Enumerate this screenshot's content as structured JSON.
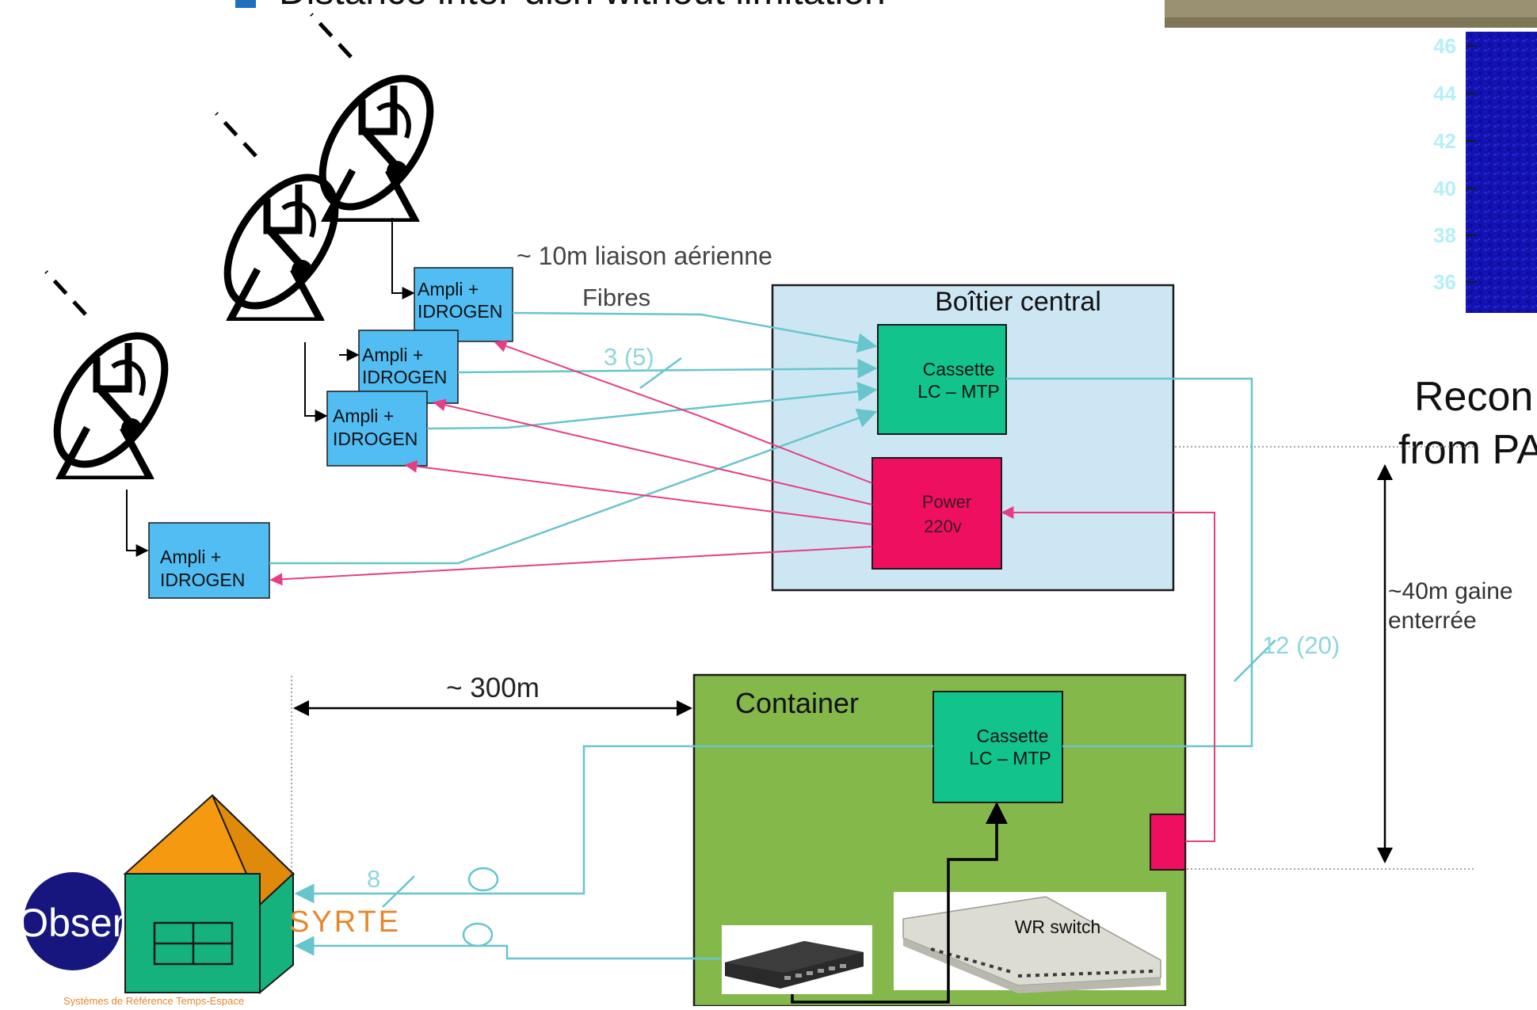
{
  "header_fragment": "Distance inter-dish without limitation",
  "labels": {
    "air_link": "~ 10m liaison aérienne",
    "fibres": "Fibres",
    "fibre_count_top": "3 (5)",
    "fibre_count_right": "12 (20)",
    "fibre_count_bottom": "8",
    "distance_300": "~ 300m",
    "buried_line_1": "~40m gaine",
    "buried_line_2": "enterrée"
  },
  "amplifiers": [
    {
      "line1": "Ampli +",
      "line2": "IDROGEN"
    },
    {
      "line1": "Ampli +",
      "line2": "IDROGEN"
    },
    {
      "line1": "Ampli +",
      "line2": "IDROGEN"
    },
    {
      "line1": "Ampli +",
      "line2": "IDROGEN"
    }
  ],
  "central_box": {
    "title": "Boîtier central",
    "cassette_line1": "Cassette",
    "cassette_line2": "LC – MTP",
    "power_line1": "Power",
    "power_line2": "220v"
  },
  "container": {
    "title": "Container",
    "cassette_line1": "Cassette",
    "cassette_line2": "LC – MTP",
    "wr_switch": "WR switch"
  },
  "right_panel": {
    "y_ticks": [
      "46",
      "44",
      "42",
      "40",
      "38",
      "36"
    ],
    "caption_line1": "Recon",
    "caption_line2": "from PA"
  },
  "logos": {
    "obs_text": "l’Obser",
    "syrte_text": "SYRTE",
    "syrte_subtitle": "Systèmes de Référence Temps-Espace"
  },
  "colors": {
    "amp_blue": "#52bdf3",
    "central_bg": "#cde6f3",
    "cassette_green": "#12c48c",
    "power_pink": "#ee0f60",
    "container_green": "#85b84b",
    "fiber_cyan": "#68c5cc",
    "power_line": "#e63e82",
    "heatmap_blue": "#1414b4",
    "house_orange": "#f59a10",
    "house_green": "#16b27e",
    "obs_blue": "#16167e",
    "syrte_orange": "#e6872e"
  }
}
